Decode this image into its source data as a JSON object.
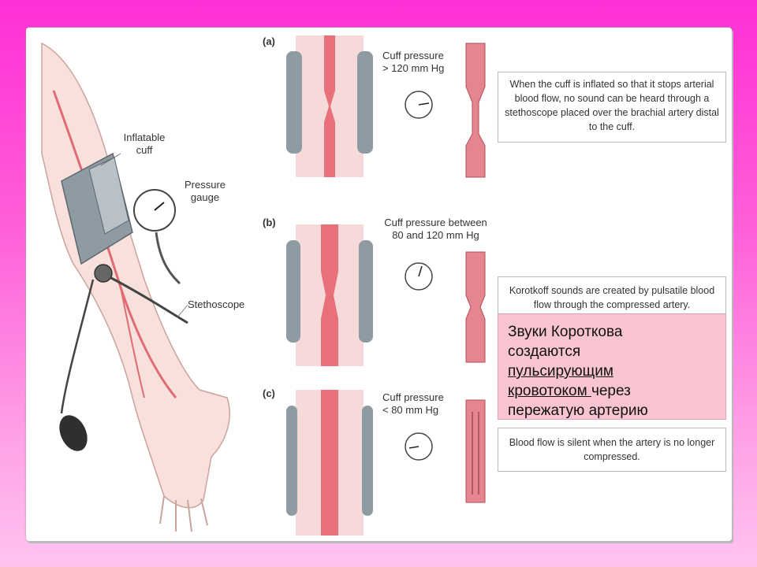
{
  "labels": {
    "cuff": "Inflatable\ncuff",
    "gauge": "Pressure\ngauge",
    "stethoscope": "Stethoscope"
  },
  "panels": [
    {
      "tag": "(a)",
      "pressure": "Cuff pressure\n> 120 mm Hg",
      "note": "When the cuff is inflated so that it stops arterial blood flow, no sound can be heard through a stethoscope placed over the brachial artery distal to the cuff."
    },
    {
      "tag": "(b)",
      "pressure": "Cuff pressure between\n80 and 120 mm Hg",
      "note": "Korotkoff sounds are created by pulsatile blood flow through the compressed artery."
    },
    {
      "tag": "(c)",
      "pressure": "Cuff pressure\n< 80 mm Hg",
      "note": "Blood flow is silent when the artery is no longer compressed."
    }
  ],
  "overlay": {
    "line1": "Звуки Короткова",
    "line2": "создаются",
    "line3": "пульсирующим",
    "line4a": "кровотоком ",
    "line4b": "через",
    "line5": "пережатую артерию"
  },
  "colors": {
    "artery": "#e8707a",
    "tissue": "#f6dada",
    "cuff": "#8f9ba3",
    "overlay_bg": "#f9c4d2"
  }
}
